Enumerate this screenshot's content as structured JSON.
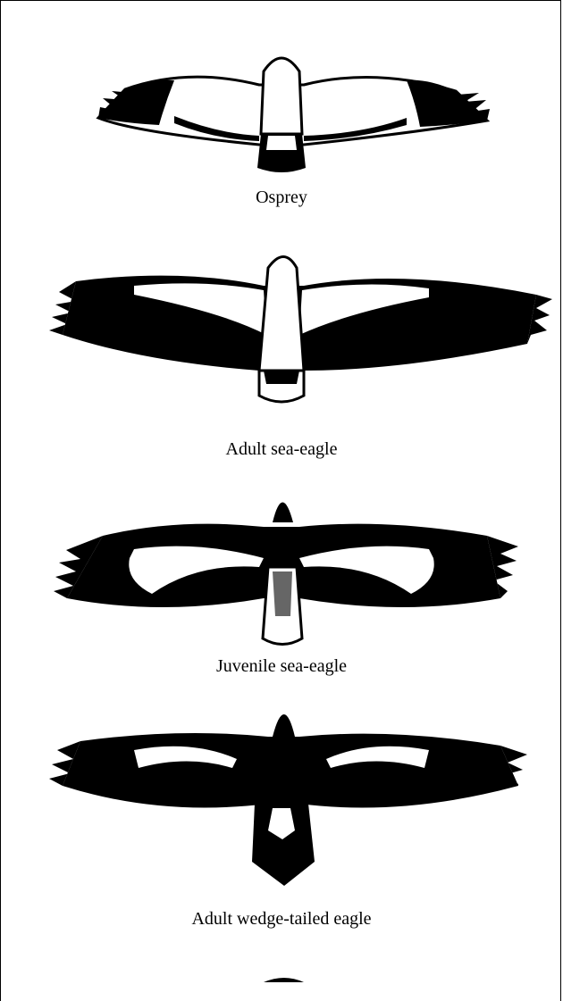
{
  "captions": {
    "osprey": "Osprey",
    "adult_sea_eagle": "Adult sea-eagle",
    "juvenile_sea_eagle": "Juvenile sea-eagle",
    "adult_wedge_tailed": "Adult wedge-tailed eagle"
  },
  "colors": {
    "ink": "#000000",
    "paper": "#ffffff"
  }
}
